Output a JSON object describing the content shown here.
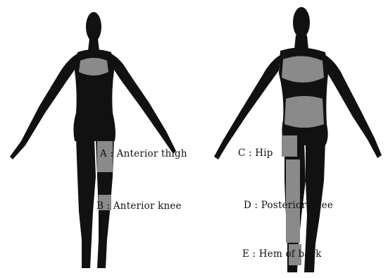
{
  "colors": {
    "figure_fill": "#111111",
    "highlight_fill": "#8a8a8a",
    "background": "#ffffff"
  },
  "labels": {
    "a": "A : Anterior thigh",
    "b": "B : Anterior knee",
    "c": "C : Hip",
    "d": "D : Posterior knee",
    "e": "E : Hem of back"
  }
}
